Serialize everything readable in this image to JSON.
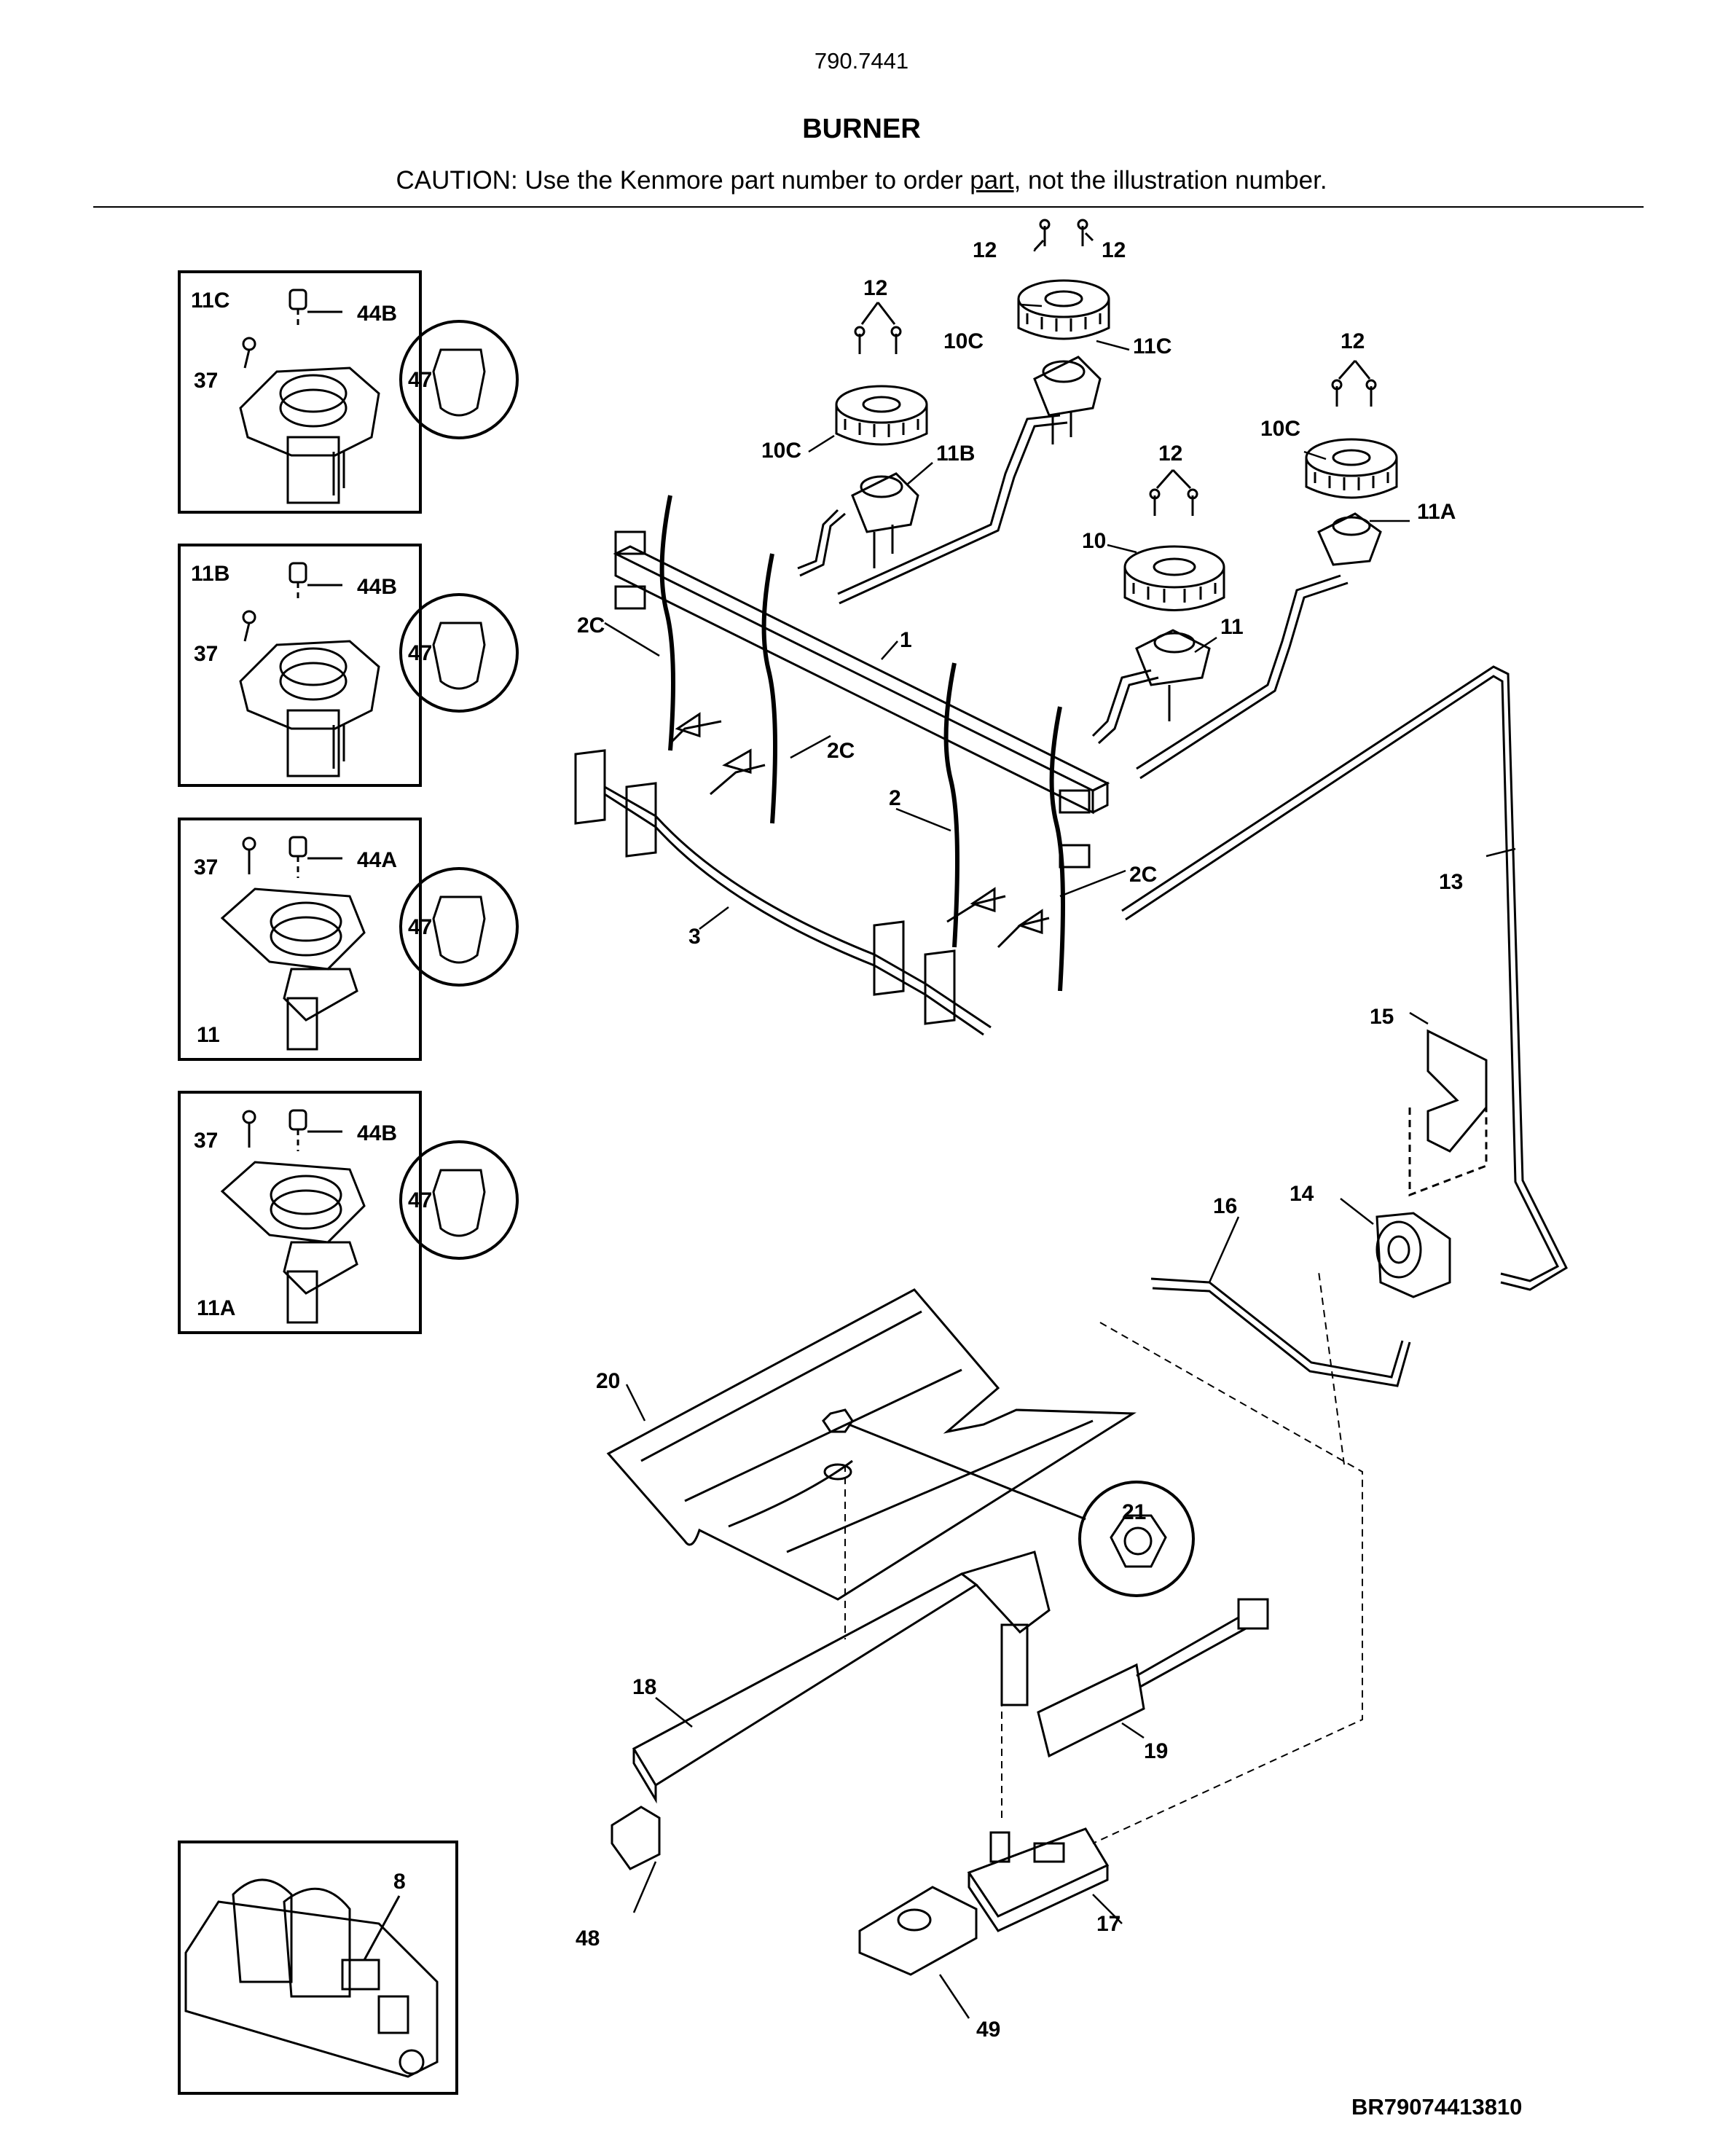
{
  "header": {
    "model_number": "790.7441",
    "section_title": "BURNER",
    "caution_prefix": "CAUTION: Use the Kenmore part number to order ",
    "caution_link": "part",
    "caution_suffix": ", not the illustration number."
  },
  "inset_panels": [
    {
      "corner_label": "11C",
      "callouts": [
        "44B",
        "37",
        "47"
      ]
    },
    {
      "corner_label": "11B",
      "callouts": [
        "44B",
        "37",
        "47"
      ]
    },
    {
      "corner_label": "11",
      "callouts": [
        "37",
        "44A",
        "47"
      ]
    },
    {
      "corner_label": "11A",
      "callouts": [
        "37",
        "44B",
        "47"
      ]
    },
    {
      "corner_label": "",
      "callouts": [
        "8"
      ]
    }
  ],
  "callouts": {
    "c12a": "12",
    "c12b": "12",
    "c12c": "12",
    "c12d": "12",
    "c12e": "12",
    "c10c_a": "10C",
    "c10c_b": "10C",
    "c10c_c": "10C",
    "c11c": "11C",
    "c11b": "11B",
    "c11a": "11A",
    "c11": "11",
    "c10": "10",
    "c1": "1",
    "c2": "2",
    "c2c_a": "2C",
    "c2c_b": "2C",
    "c2c_c": "2C",
    "c3": "3",
    "c13": "13",
    "c15": "15",
    "c14": "14",
    "c16": "16",
    "c20": "20",
    "c21": "21",
    "c18": "18",
    "c19": "19",
    "c17": "17",
    "c48": "48",
    "c49": "49"
  },
  "footer": {
    "drawing_code": "BR79074413810"
  }
}
